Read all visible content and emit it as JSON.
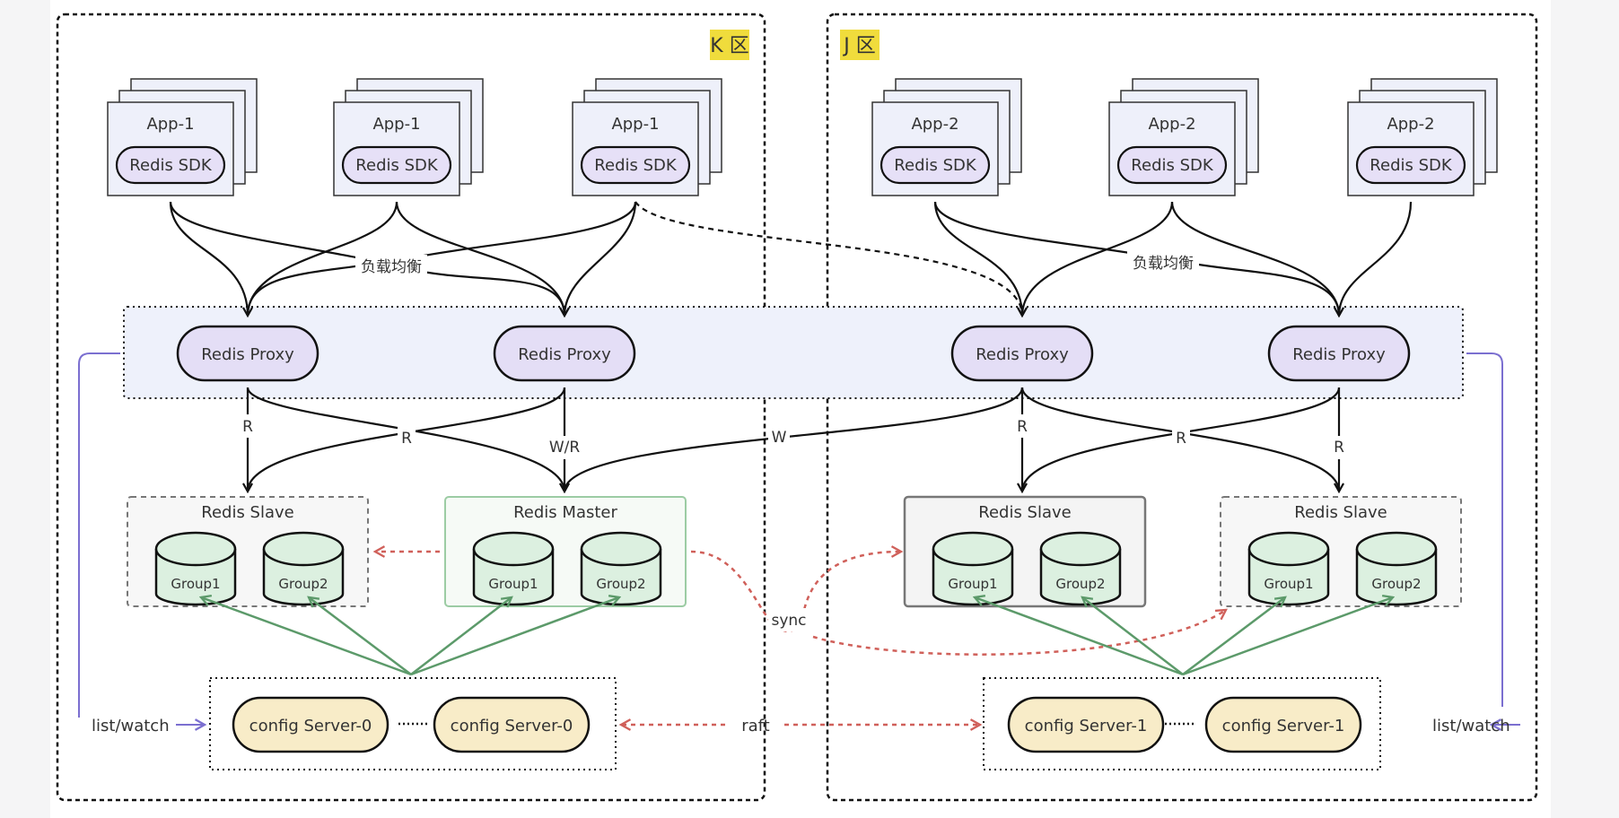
{
  "zones": [
    {
      "id": "k",
      "label": "K 区",
      "tag_color": "#f0dc3c"
    },
    {
      "id": "j",
      "label": "J 区",
      "tag_color": "#f0dc3c"
    }
  ],
  "apps": [
    {
      "zone": "k",
      "name": "App-1",
      "sdk": "Redis SDK"
    },
    {
      "zone": "k",
      "name": "App-1",
      "sdk": "Redis SDK"
    },
    {
      "zone": "k",
      "name": "App-1",
      "sdk": "Redis SDK"
    },
    {
      "zone": "j",
      "name": "App-2",
      "sdk": "Redis SDK"
    },
    {
      "zone": "j",
      "name": "App-2",
      "sdk": "Redis SDK"
    },
    {
      "zone": "j",
      "name": "App-2",
      "sdk": "Redis SDK"
    }
  ],
  "load_balance_label": "负载均衡",
  "proxies": [
    "Redis Proxy",
    "Redis Proxy",
    "Redis Proxy",
    "Redis Proxy"
  ],
  "edge_labels": {
    "r": "R",
    "wr": "W/R",
    "w": "W",
    "sync": "sync",
    "raft": "raft",
    "list_watch": "list/watch"
  },
  "redis_groups": [
    {
      "title": "Redis Slave",
      "role": "slave",
      "groups": [
        "Group1",
        "Group2"
      ]
    },
    {
      "title": "Redis Master",
      "role": "master",
      "groups": [
        "Group1",
        "Group2"
      ]
    },
    {
      "title": "Redis Slave",
      "role": "slave-active",
      "groups": [
        "Group1",
        "Group2"
      ]
    },
    {
      "title": "Redis Slave",
      "role": "slave",
      "groups": [
        "Group1",
        "Group2"
      ]
    }
  ],
  "config_servers": {
    "k": [
      "config Server-0",
      "config Server-0"
    ],
    "j": [
      "config Server-1",
      "config Server-1"
    ]
  },
  "colors": {
    "app_fill": "#eef0fa",
    "sdk_fill": "#e6e0f7",
    "proxy_fill": "#e4def6",
    "proxy_band": "#eef1fb",
    "db_fill": "#dcf0e0",
    "master_border": "#9ccca4",
    "config_fill": "#f8ecc8",
    "sync_red": "#d0605a",
    "green_link": "#5c9a6a",
    "watch_purple": "#7b6fd0"
  }
}
